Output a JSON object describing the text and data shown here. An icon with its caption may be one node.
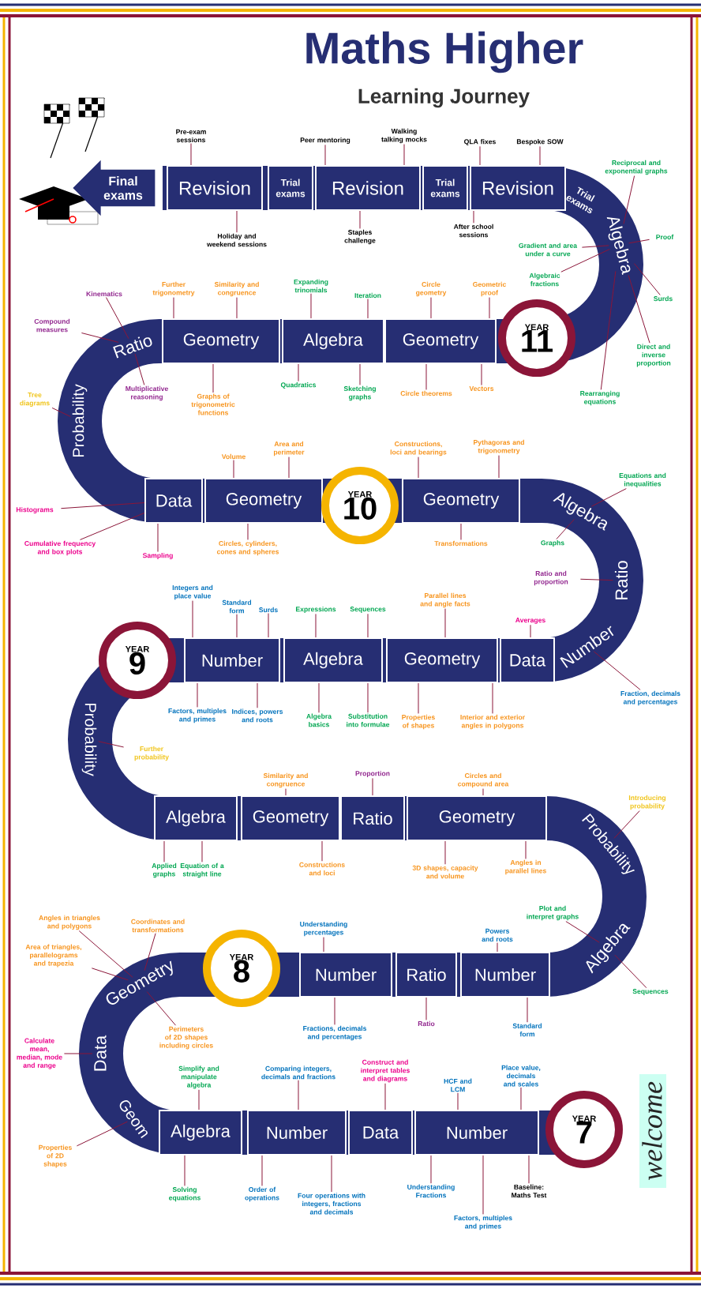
{
  "diagram": {
    "title": "Maths Higher",
    "nodes": [
      {
        "text": [
          "Final exams"
        ]
      },
      {
        "text": [
          "Revision"
        ]
      },
      {
        "text": [
          "Trial exams"
        ]
      },
      {
        "text": [
          "Revision"
        ]
      },
      {
        "text": [
          "Trial exams"
        ]
      },
      {
        "text": [
          "Revision"
        ]
      },
      {
        "text": [
          "Trial exams"
        ]
      },
      {
        "text": [
          "Algebra"
        ]
      },
      {
        "text": [
          "Geometry"
        ]
      },
      {
        "text": [
          "Algebra"
        ]
      },
      {
        "text": [
          "Geometry"
        ]
      },
      {
        "text": [
          "Ratio"
        ]
      },
      {
        "text": [
          "Probability"
        ]
      },
      {
        "text": [
          "Data"
        ]
      },
      {
        "text": [
          "Geometry"
        ]
      },
      {
        "text": [
          "Geometry"
        ]
      },
      {
        "text": [
          "Algebra"
        ]
      },
      {
        "text": [
          "Ratio"
        ]
      },
      {
        "text": [
          "Number"
        ]
      },
      {
        "text": [
          "Data"
        ]
      },
      {
        "text": [
          "Geometry"
        ]
      },
      {
        "text": [
          "Algebra"
        ]
      },
      {
        "text": [
          "Number"
        ]
      },
      {
        "text": [
          "Probability"
        ]
      },
      {
        "text": [
          "Algebra"
        ]
      },
      {
        "text": [
          "Geometry"
        ]
      },
      {
        "text": [
          "Ratio"
        ]
      },
      {
        "text": [
          "Geometry"
        ]
      },
      {
        "text": [
          "Probability"
        ]
      },
      {
        "text": [
          "Algebra"
        ]
      },
      {
        "text": [
          "Number"
        ]
      },
      {
        "text": [
          "Ratio"
        ]
      },
      {
        "text": [
          "Number"
        ]
      },
      {
        "text": [
          "Geometry"
        ]
      },
      {
        "text": [
          "Data"
        ]
      },
      {
        "text": [
          "Geom"
        ]
      },
      {
        "text": [
          "Algebra"
        ]
      },
      {
        "text": [
          "Number"
        ]
      },
      {
        "text": [
          "Data"
        ]
      },
      {
        "text": [
          "Number"
        ]
      },
      {
        "text": [
          "YEAR",
          "11"
        ]
      },
      {
        "text": [
          "YEAR",
          "10"
        ]
      },
      {
        "text": [
          "YEAR",
          "9"
        ]
      },
      {
        "text": [
          "YEAR",
          "8"
        ]
      },
      {
        "text": [
          "YEAR",
          "7"
        ]
      },
      {
        "text": [
          "Pre-exam sessions"
        ]
      },
      {
        "text": [
          "Holiday and weekend sessions"
        ]
      },
      {
        "text": [
          "Peer mentoring"
        ]
      },
      {
        "text": [
          "Walking talking mocks"
        ]
      },
      {
        "text": [
          "Staples challenge"
        ]
      },
      {
        "text": [
          "QLA fixes"
        ]
      },
      {
        "text": [
          "Bespoke SOW"
        ]
      },
      {
        "text": [
          "After school sessions"
        ]
      },
      {
        "text": [
          "Reciprocal and exponential graphs"
        ]
      },
      {
        "text": [
          "Gradient and area under a curve"
        ]
      },
      {
        "text": [
          "Proof"
        ]
      },
      {
        "text": [
          "Algebraic fractions"
        ]
      },
      {
        "text": [
          "Surds"
        ]
      },
      {
        "text": [
          "Direct and inverse proportion"
        ]
      },
      {
        "text": [
          "Rearranging equations"
        ]
      },
      {
        "text": [
          "Circle geometry"
        ]
      },
      {
        "text": [
          "Geometric proof"
        ]
      },
      {
        "text": [
          "Circle theorems"
        ]
      },
      {
        "text": [
          "Vectors"
        ]
      },
      {
        "text": [
          "Expanding trinomials"
        ]
      },
      {
        "text": [
          "Iteration"
        ]
      },
      {
        "text": [
          "Quadratics"
        ]
      },
      {
        "text": [
          "Sketching graphs"
        ]
      },
      {
        "text": [
          "Further trigonometry"
        ]
      },
      {
        "text": [
          "Similarity and congruence"
        ]
      },
      {
        "text": [
          "Graphs of trigonometric functions"
        ]
      },
      {
        "text": [
          "Kinematics"
        ]
      },
      {
        "text": [
          "Compound measures"
        ]
      },
      {
        "text": [
          "Multiplicative reasoning"
        ]
      },
      {
        "text": [
          "Tree diagrams"
        ]
      },
      {
        "text": [
          "Histograms"
        ]
      },
      {
        "text": [
          "Cumulative frequency and box plots"
        ]
      },
      {
        "text": [
          "Sampling"
        ]
      },
      {
        "text": [
          "Volume"
        ]
      },
      {
        "text": [
          "Area and perimeter"
        ]
      },
      {
        "text": [
          "Circles, cylinders, cones and spheres"
        ]
      },
      {
        "text": [
          "Constructions, loci and bearings"
        ]
      },
      {
        "text": [
          "Pythagoras and trigonometry"
        ]
      },
      {
        "text": [
          "Transformations"
        ]
      },
      {
        "text": [
          "Equations and inequalities"
        ]
      },
      {
        "text": [
          "Graphs"
        ]
      },
      {
        "text": [
          "Ratio and proportion"
        ]
      },
      {
        "text": [
          "Fraction, decimals and percentages"
        ]
      },
      {
        "text": [
          "Averages"
        ]
      },
      {
        "text": [
          "Parallel lines and angle facts"
        ]
      },
      {
        "text": [
          "Properties of shapes"
        ]
      },
      {
        "text": [
          "Interior and exterior angles in polygons"
        ]
      },
      {
        "text": [
          "Expressions"
        ]
      },
      {
        "text": [
          "Sequences"
        ]
      },
      {
        "text": [
          "Algebra basics"
        ]
      },
      {
        "text": [
          "Substitution into formulae"
        ]
      },
      {
        "text": [
          "Integers and place value"
        ]
      },
      {
        "text": [
          "Standard form"
        ]
      },
      {
        "text": [
          "Surds"
        ]
      },
      {
        "text": [
          "Factors, multiples and primes"
        ]
      },
      {
        "text": [
          "Indices, powers and roots"
        ]
      },
      {
        "text": [
          "Further probability"
        ]
      },
      {
        "text": [
          "Applied graphs"
        ]
      },
      {
        "text": [
          "Equation of a straight line"
        ]
      },
      {
        "text": [
          "Similarity and congruence"
        ]
      },
      {
        "text": [
          "Constructions and loci"
        ]
      },
      {
        "text": [
          "Proportion"
        ]
      },
      {
        "text": [
          "Circles and compound area"
        ]
      },
      {
        "text": [
          "3D shapes, capacity and volume"
        ]
      },
      {
        "text": [
          "Angles in parallel lines"
        ]
      },
      {
        "text": [
          "Introducing probability"
        ]
      },
      {
        "text": [
          "Plot and interpret graphs"
        ]
      },
      {
        "text": [
          "Sequences"
        ]
      },
      {
        "text": [
          "Powers and roots"
        ]
      },
      {
        "text": [
          "Standard form"
        ]
      },
      {
        "text": [
          "Ratio"
        ]
      },
      {
        "text": [
          "Understanding percentages"
        ]
      },
      {
        "text": [
          "Fractions, decimals and percentages"
        ]
      },
      {
        "text": [
          "Angles in triangles and polygons"
        ]
      },
      {
        "text": [
          "Coordinates and transformations"
        ]
      },
      {
        "text": [
          "Area of triangles, parallelograms and trapezia"
        ]
      },
      {
        "text": [
          "Perimeters of 2D shapes including circles"
        ]
      },
      {
        "text": [
          "Calculate mean, median, mode and range"
        ]
      },
      {
        "text": [
          "Properties of 2D shapes"
        ]
      },
      {
        "text": [
          "Simplify and manipulate algebra"
        ]
      },
      {
        "text": [
          "Solving equations"
        ]
      },
      {
        "text": [
          "Comparing integers, decimals and fractions"
        ]
      },
      {
        "text": [
          "Order of operations"
        ]
      },
      {
        "text": [
          "Four operations with integers, fractions and decimals"
        ]
      },
      {
        "text": [
          "Construct and interpret tables and diagrams"
        ]
      },
      {
        "text": [
          "HCF and LCM"
        ]
      },
      {
        "text": [
          "Place value, decimals and scales"
        ]
      },
      {
        "text": [
          "Understanding Fractions"
        ]
      },
      {
        "text": [
          "Factors, multiples and primes"
        ]
      },
      {
        "text": [
          "Baseline: Maths Test"
        ]
      }
    ],
    "edges": [
      {
        "from": 45,
        "to": 1,
        "arrow": "none"
      },
      {
        "from": 46,
        "to": 1,
        "arrow": "none"
      },
      {
        "from": 47,
        "to": 3,
        "arrow": "none"
      },
      {
        "from": 48,
        "to": 3,
        "arrow": "none"
      },
      {
        "from": 49,
        "to": 3,
        "arrow": "none"
      },
      {
        "from": 50,
        "to": 5,
        "arrow": "none"
      },
      {
        "from": 51,
        "to": 5,
        "arrow": "none"
      },
      {
        "from": 52,
        "to": 5,
        "arrow": "none"
      },
      {
        "from": 53,
        "to": 7,
        "arrow": "none"
      },
      {
        "from": 54,
        "to": 7,
        "arrow": "none"
      },
      {
        "from": 55,
        "to": 7,
        "arrow": "none"
      },
      {
        "from": 56,
        "to": 7,
        "arrow": "none"
      },
      {
        "from": 57,
        "to": 7,
        "arrow": "none"
      },
      {
        "from": 58,
        "to": 7,
        "arrow": "none"
      },
      {
        "from": 59,
        "to": 7,
        "arrow": "none"
      },
      {
        "from": 60,
        "to": 8,
        "arrow": "none"
      },
      {
        "from": 61,
        "to": 8,
        "arrow": "none"
      },
      {
        "from": 62,
        "to": 8,
        "arrow": "none"
      },
      {
        "from": 63,
        "to": 8,
        "arrow": "none"
      },
      {
        "from": 64,
        "to": 9,
        "arrow": "none"
      },
      {
        "from": 65,
        "to": 9,
        "arrow": "none"
      },
      {
        "from": 66,
        "to": 9,
        "arrow": "none"
      },
      {
        "from": 67,
        "to": 9,
        "arrow": "none"
      },
      {
        "from": 68,
        "to": 10,
        "arrow": "none"
      },
      {
        "from": 69,
        "to": 10,
        "arrow": "none"
      },
      {
        "from": 70,
        "to": 10,
        "arrow": "none"
      },
      {
        "from": 71,
        "to": 11,
        "arrow": "none"
      },
      {
        "from": 72,
        "to": 11,
        "arrow": "none"
      },
      {
        "from": 73,
        "to": 11,
        "arrow": "none"
      },
      {
        "from": 74,
        "to": 12,
        "arrow": "none"
      },
      {
        "from": 75,
        "to": 13,
        "arrow": "none"
      },
      {
        "from": 76,
        "to": 13,
        "arrow": "none"
      },
      {
        "from": 77,
        "to": 13,
        "arrow": "none"
      },
      {
        "from": 78,
        "to": 14,
        "arrow": "none"
      },
      {
        "from": 79,
        "to": 14,
        "arrow": "none"
      },
      {
        "from": 80,
        "to": 14,
        "arrow": "none"
      },
      {
        "from": 81,
        "to": 15,
        "arrow": "none"
      },
      {
        "from": 82,
        "to": 15,
        "arrow": "none"
      },
      {
        "from": 83,
        "to": 15,
        "arrow": "none"
      },
      {
        "from": 84,
        "to": 16,
        "arrow": "none"
      },
      {
        "from": 85,
        "to": 16,
        "arrow": "none"
      },
      {
        "from": 86,
        "to": 17,
        "arrow": "none"
      },
      {
        "from": 87,
        "to": 18,
        "arrow": "none"
      },
      {
        "from": 88,
        "to": 19,
        "arrow": "none"
      },
      {
        "from": 89,
        "to": 20,
        "arrow": "none"
      },
      {
        "from": 90,
        "to": 20,
        "arrow": "none"
      },
      {
        "from": 91,
        "to": 20,
        "arrow": "none"
      },
      {
        "from": 92,
        "to": 21,
        "arrow": "none"
      },
      {
        "from": 93,
        "to": 21,
        "arrow": "none"
      },
      {
        "from": 94,
        "to": 21,
        "arrow": "none"
      },
      {
        "from": 95,
        "to": 21,
        "arrow": "none"
      },
      {
        "from": 96,
        "to": 22,
        "arrow": "none"
      },
      {
        "from": 97,
        "to": 22,
        "arrow": "none"
      },
      {
        "from": 98,
        "to": 22,
        "arrow": "none"
      },
      {
        "from": 99,
        "to": 22,
        "arrow": "none"
      },
      {
        "from": 100,
        "to": 22,
        "arrow": "none"
      },
      {
        "from": 101,
        "to": 23,
        "arrow": "none"
      },
      {
        "from": 102,
        "to": 24,
        "arrow": "none"
      },
      {
        "from": 103,
        "to": 24,
        "arrow": "none"
      },
      {
        "from": 104,
        "to": 25,
        "arrow": "none"
      },
      {
        "from": 105,
        "to": 25,
        "arrow": "none"
      },
      {
        "from": 106,
        "to": 26,
        "arrow": "none"
      },
      {
        "from": 107,
        "to": 27,
        "arrow": "none"
      },
      {
        "from": 108,
        "to": 27,
        "arrow": "none"
      },
      {
        "from": 109,
        "to": 27,
        "arrow": "none"
      },
      {
        "from": 110,
        "to": 28,
        "arrow": "none"
      },
      {
        "from": 111,
        "to": 29,
        "arrow": "none"
      },
      {
        "from": 112,
        "to": 29,
        "arrow": "none"
      },
      {
        "from": 113,
        "to": 30,
        "arrow": "none"
      },
      {
        "from": 114,
        "to": 30,
        "arrow": "none"
      },
      {
        "from": 115,
        "to": 31,
        "arrow": "none"
      },
      {
        "from": 116,
        "to": 32,
        "arrow": "none"
      },
      {
        "from": 117,
        "to": 32,
        "arrow": "none"
      },
      {
        "from": 118,
        "to": 33,
        "arrow": "none"
      },
      {
        "from": 119,
        "to": 33,
        "arrow": "none"
      },
      {
        "from": 120,
        "to": 33,
        "arrow": "none"
      },
      {
        "from": 121,
        "to": 33,
        "arrow": "none"
      },
      {
        "from": 122,
        "to": 34,
        "arrow": "none"
      },
      {
        "from": 123,
        "to": 35,
        "arrow": "none"
      },
      {
        "from": 124,
        "to": 36,
        "arrow": "none"
      },
      {
        "from": 125,
        "to": 36,
        "arrow": "none"
      },
      {
        "from": 126,
        "to": 37,
        "arrow": "none"
      },
      {
        "from": 127,
        "to": 37,
        "arrow": "none"
      },
      {
        "from": 128,
        "to": 37,
        "arrow": "none"
      },
      {
        "from": 129,
        "to": 38,
        "arrow": "none"
      },
      {
        "from": 130,
        "to": 39,
        "arrow": "none"
      },
      {
        "from": 131,
        "to": 39,
        "arrow": "none"
      },
      {
        "from": 132,
        "to": 39,
        "arrow": "none"
      },
      {
        "from": 133,
        "to": 39,
        "arrow": "none"
      },
      {
        "from": 134,
        "to": 39,
        "arrow": "none"
      }
    ],
    "labels": [
      "Learning Journey",
      "welcome"
    ]
  }
}
